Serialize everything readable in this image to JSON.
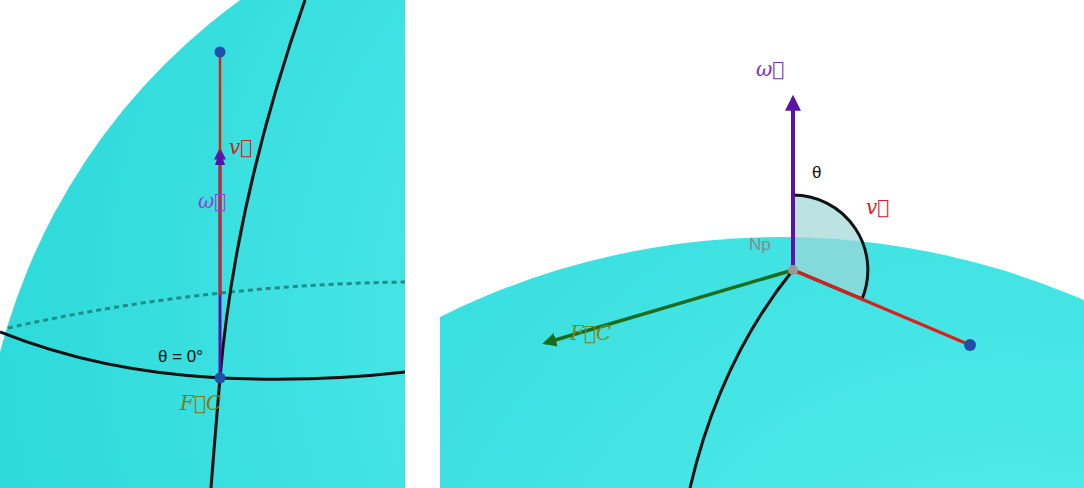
{
  "diagram": {
    "labels": [
      "v⃗",
      "ω⃗",
      "θ = 0°",
      "F⃗C",
      "ω⃗",
      "θ",
      "v⃗",
      "Np",
      "F⃗C"
    ]
  }
}
